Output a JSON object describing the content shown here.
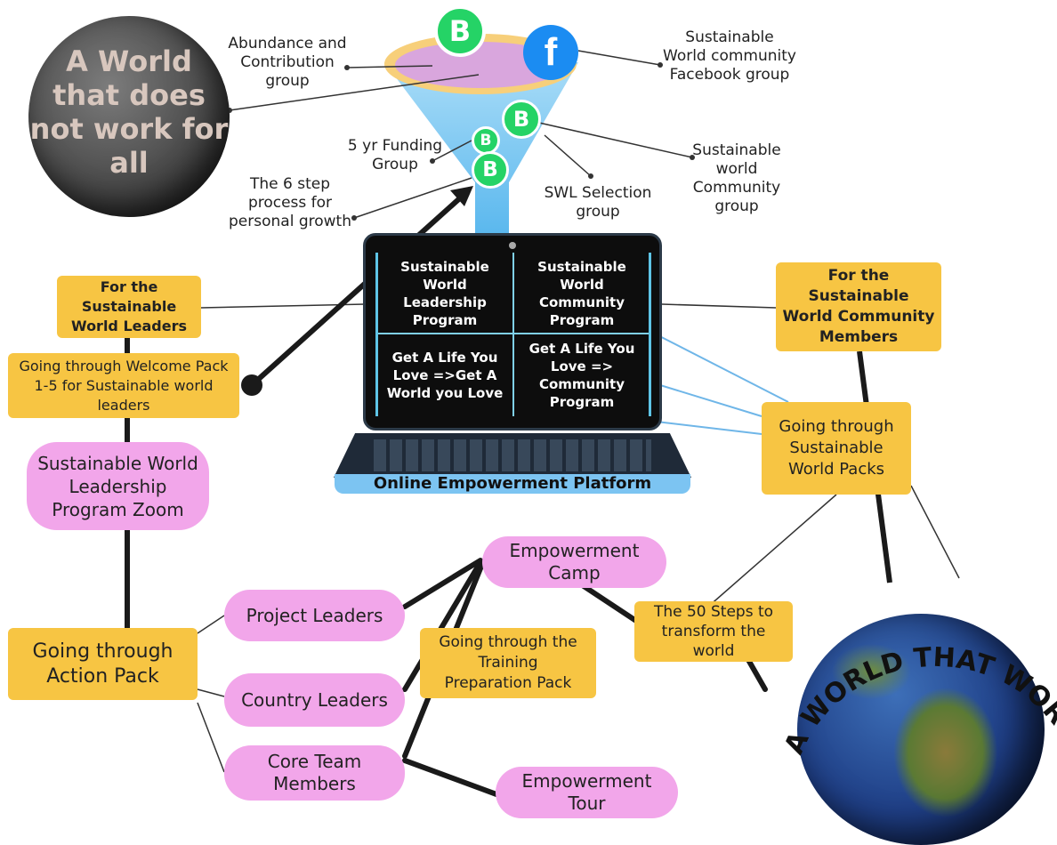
{
  "left_globe": {
    "text": "A World that does not work for all"
  },
  "right_globe": {
    "text": "A WORLD THAT WORKS FOR ALL"
  },
  "funnel_labels": {
    "abundance": "Abundance and Contribution group",
    "facebook": "Sustainable World community Facebook group",
    "funding": "5 yr Funding Group",
    "community_group": "Sustainable world Community group",
    "swl_selection": "SWL Selection group",
    "six_step": "The 6 step process for personal growth"
  },
  "laptop": {
    "platform_label": "Online Empowerment Platform",
    "cells": [
      "Sustainable World Leadership Program",
      "Sustainable World Community Program",
      "Get A Life You Love =>Get A World you Love",
      "Get A Life You Love => Community Program"
    ]
  },
  "boxes": {
    "for_leaders": "For the Sustainable World Leaders",
    "welcome_pack": "Going through Welcome Pack 1-5 for Sustainable world leaders",
    "leadership_zoom": "Sustainable World Leadership Program Zoom",
    "action_pack": "Going through Action Pack",
    "project_leaders": "Project Leaders",
    "country_leaders": "Country Leaders",
    "core_team": "Core Team Members",
    "empowerment_camp": "Empowerment Camp",
    "training_pack": "Going through the Training Preparation Pack",
    "empowerment_tour": "Empowerment Tour",
    "fifty_steps": "The 50 Steps to transform the world",
    "for_members": "For the Sustainable World Community Members",
    "sw_packs": "Going through Sustainable World Packs"
  },
  "icons": [
    "whatsapp-business-icon",
    "facebook-icon"
  ],
  "colors": {
    "yellow": "#f7c543",
    "pink": "#f2a6ea",
    "funnel": "#9fd6f5",
    "arrow_blue": "#6fb6e8"
  }
}
